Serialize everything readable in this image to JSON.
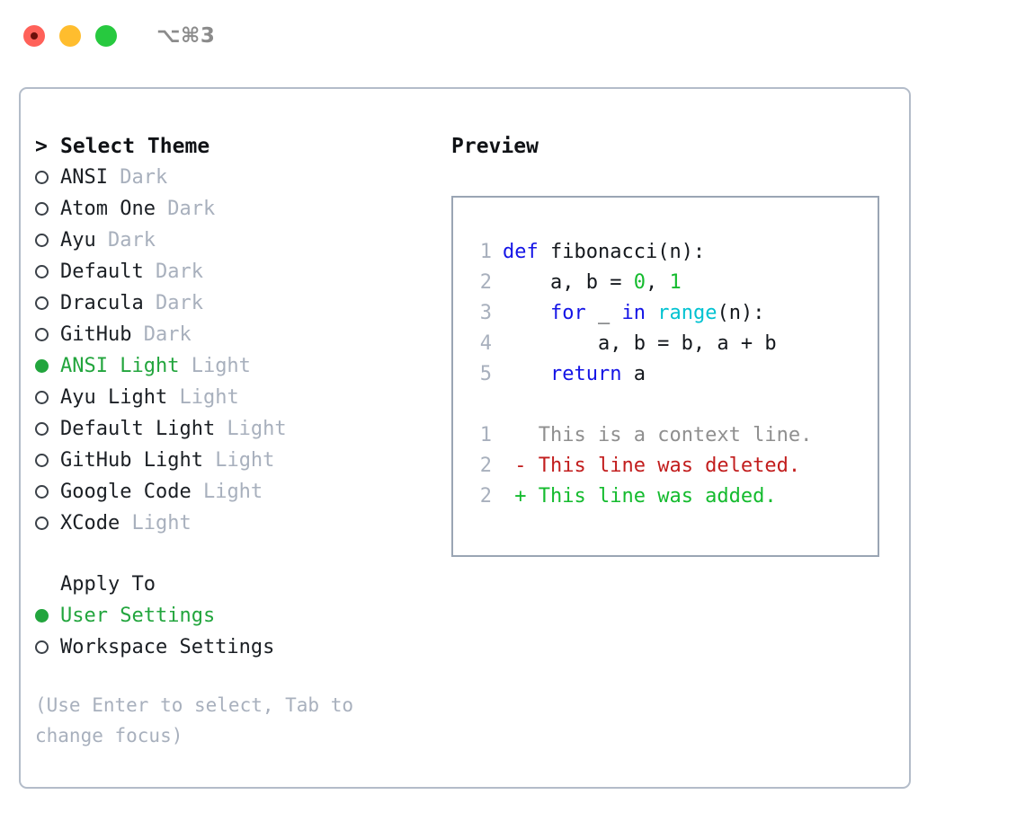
{
  "titlebar": {
    "shortcut": "⌥⌘3",
    "lights": [
      {
        "name": "close",
        "color": "#ff6159",
        "focused": true
      },
      {
        "name": "minimize",
        "color": "#ffbd2e",
        "focused": false
      },
      {
        "name": "maximize",
        "color": "#27c93f",
        "focused": false
      }
    ]
  },
  "theme_picker": {
    "marker": ">",
    "title": "Select Theme",
    "bullet_selected": "●",
    "bullet_unselected": "○",
    "options": [
      {
        "label": "ANSI",
        "suffix": "Dark",
        "selected": false
      },
      {
        "label": "Atom One",
        "suffix": "Dark",
        "selected": false
      },
      {
        "label": "Ayu",
        "suffix": "Dark",
        "selected": false
      },
      {
        "label": "Default",
        "suffix": "Dark",
        "selected": false
      },
      {
        "label": "Dracula",
        "suffix": "Dark",
        "selected": false
      },
      {
        "label": "GitHub",
        "suffix": "Dark",
        "selected": false
      },
      {
        "label": "ANSI Light",
        "suffix": "Light",
        "selected": true
      },
      {
        "label": "Ayu Light",
        "suffix": "Light",
        "selected": false
      },
      {
        "label": "Default Light",
        "suffix": "Light",
        "selected": false
      },
      {
        "label": "GitHub Light",
        "suffix": "Light",
        "selected": false
      },
      {
        "label": "Google Code",
        "suffix": "Light",
        "selected": false
      },
      {
        "label": "XCode",
        "suffix": "Light",
        "selected": false
      }
    ]
  },
  "apply_to": {
    "title": "Apply To",
    "options": [
      {
        "label": "User Settings",
        "selected": true
      },
      {
        "label": "Workspace Settings",
        "selected": false
      }
    ]
  },
  "hint": "(Use Enter to select, Tab to change focus)",
  "preview": {
    "title": "Preview",
    "code_lines": [
      {
        "lineno": "1",
        "tokens": [
          {
            "t": "def",
            "c": "kw"
          },
          {
            "t": " fibonacci(n):",
            "c": "txt"
          }
        ]
      },
      {
        "lineno": "2",
        "tokens": [
          {
            "t": "    a, b = ",
            "c": "txt"
          },
          {
            "t": "0",
            "c": "num"
          },
          {
            "t": ", ",
            "c": "txt"
          },
          {
            "t": "1",
            "c": "num"
          }
        ]
      },
      {
        "lineno": "3",
        "tokens": [
          {
            "t": "    ",
            "c": "txt"
          },
          {
            "t": "for",
            "c": "kw"
          },
          {
            "t": " _ ",
            "c": "txt"
          },
          {
            "t": "in",
            "c": "kw"
          },
          {
            "t": " ",
            "c": "txt"
          },
          {
            "t": "range",
            "c": "fn"
          },
          {
            "t": "(n):",
            "c": "txt"
          }
        ]
      },
      {
        "lineno": "4",
        "tokens": [
          {
            "t": "        a, b = b, a + b",
            "c": "txt"
          }
        ]
      },
      {
        "lineno": "5",
        "tokens": [
          {
            "t": "    ",
            "c": "txt"
          },
          {
            "t": "return",
            "c": "kw"
          },
          {
            "t": " a",
            "c": "txt"
          }
        ]
      }
    ],
    "diff_lines": [
      {
        "lineno": "1",
        "marker": " ",
        "text": "This is a context line.",
        "kind": "ctx"
      },
      {
        "lineno": "2",
        "marker": "-",
        "text": "This line was deleted.",
        "kind": "del"
      },
      {
        "lineno": "2",
        "marker": "+",
        "text": "This line was added.",
        "kind": "add"
      }
    ]
  },
  "colors": {
    "accent_green": "#22a53d",
    "muted": "#a8b0bd",
    "border": "#b3bcc9",
    "preview_border": "#9aa5b4",
    "keyword": "#1414e6",
    "function": "#00c2d1",
    "number": "#14bb2e",
    "deleted": "#c21d1d",
    "added": "#14bb2e"
  }
}
